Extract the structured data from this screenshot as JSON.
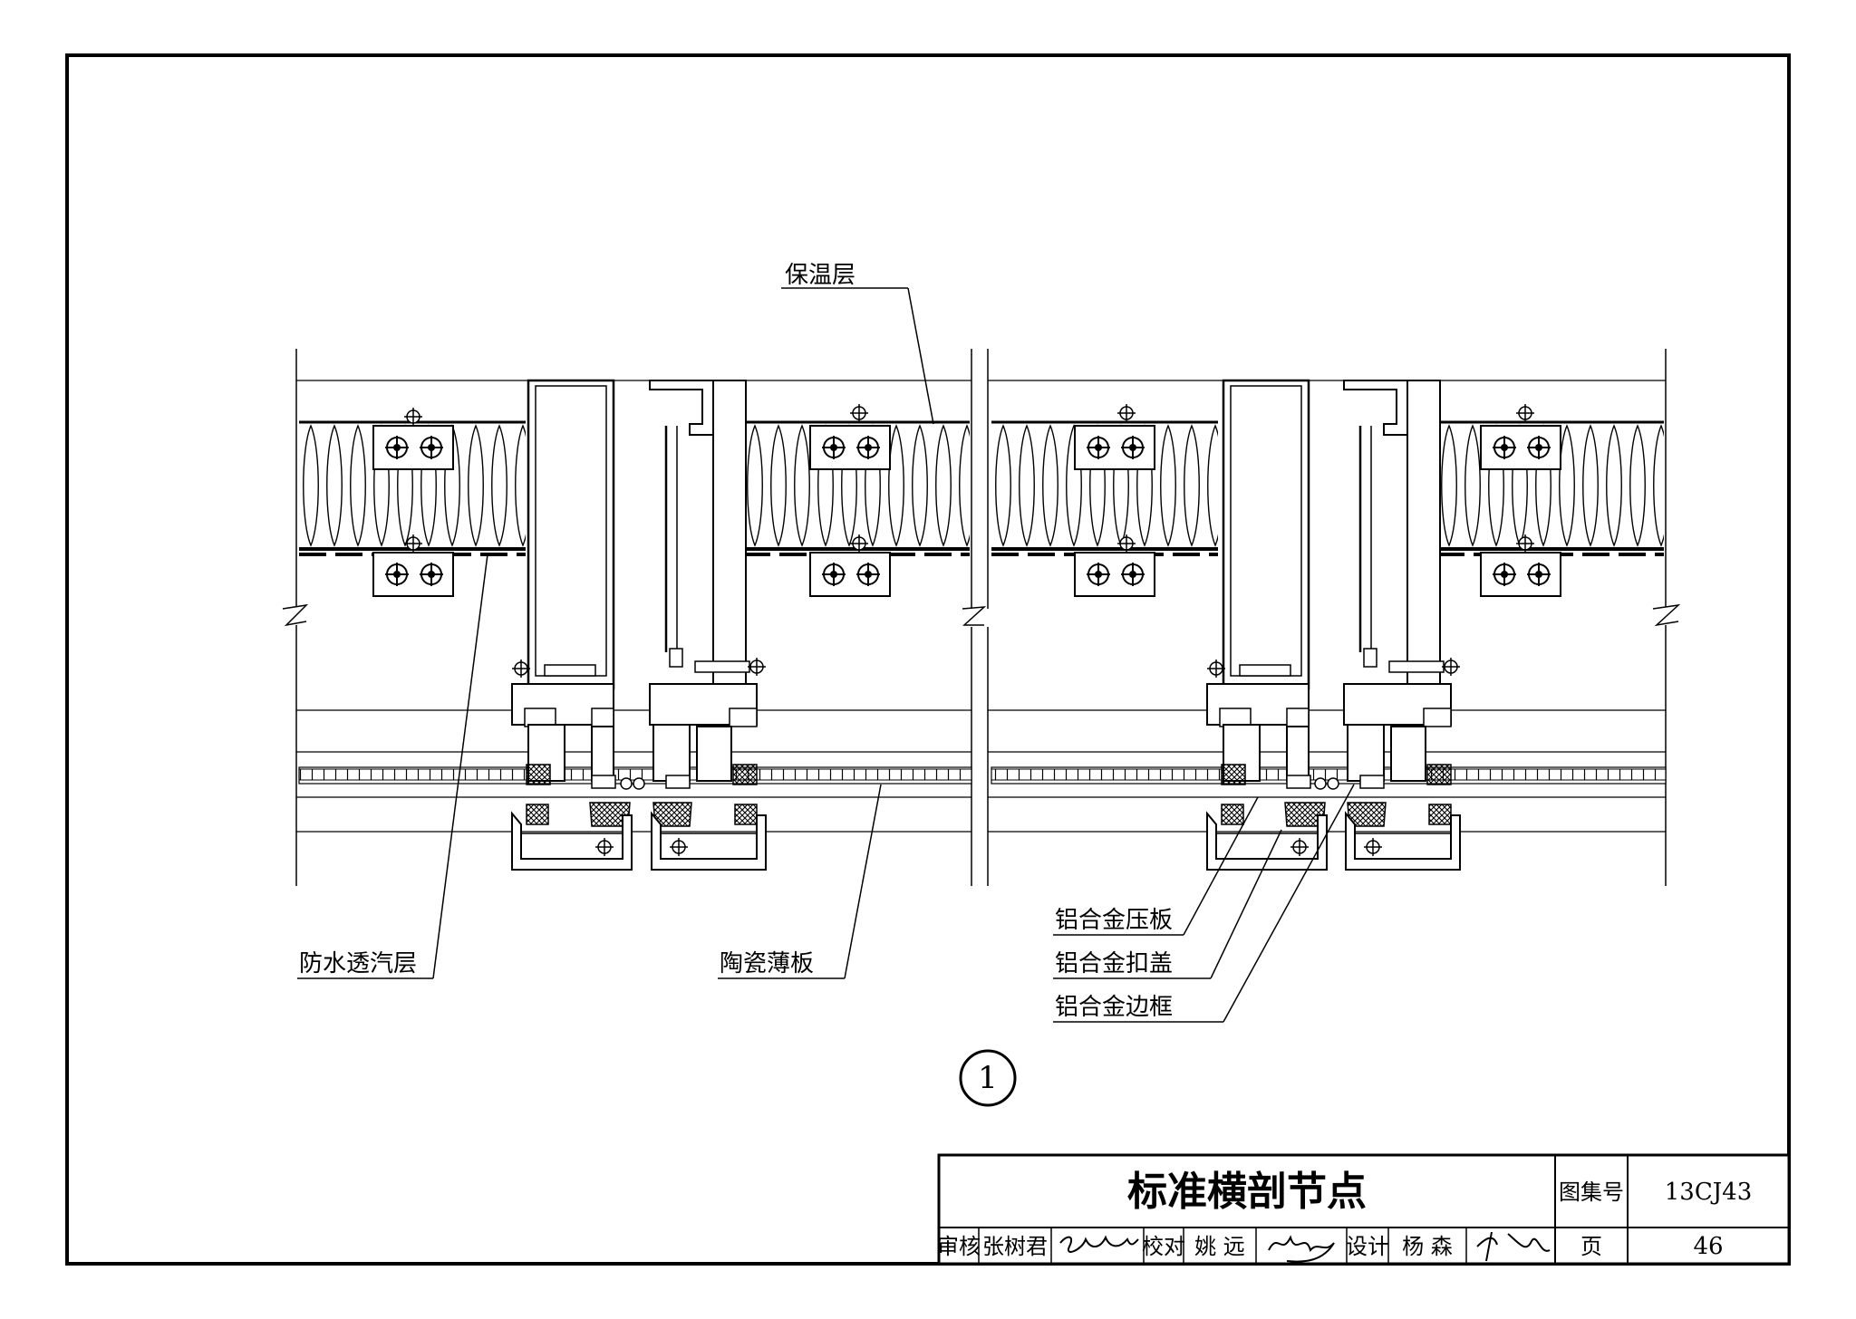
{
  "labels": {
    "insulation": "保温层",
    "waterproof": "防水透汽层",
    "ceramic": "陶瓷薄板",
    "pressure_plate": "铝合金压板",
    "cover": "铝合金扣盖",
    "frame": "铝合金边框"
  },
  "detail_number": "1",
  "title_block": {
    "title": "标准横剖节点",
    "atlas_label": "图集号",
    "atlas_value": "13CJ43",
    "page_label": "页",
    "page_value": "46",
    "review_label": "审核",
    "review_name": "张树君",
    "check_label": "校对",
    "check_name": "姚 远",
    "design_label": "设计",
    "design_name": "杨 森"
  }
}
